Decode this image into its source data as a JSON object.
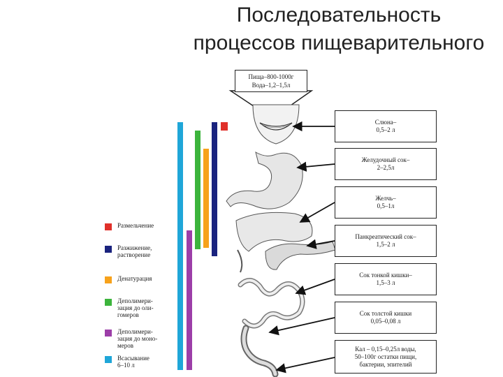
{
  "title": {
    "line1": "Последовательность",
    "line2": "процессов пищеварительного"
  },
  "intake_box": {
    "line1": "Пища–800-1000г",
    "line2": "Вода–1,2–1,5л"
  },
  "secretions": [
    {
      "line1": "Слюна–",
      "line2": "0,5–2 л"
    },
    {
      "line1": "Желудочный сок–",
      "line2": "2–2,5л"
    },
    {
      "line1": "Желчь–",
      "line2": "0,5–1л"
    },
    {
      "line1": "Панкреатический сок–",
      "line2": "1,5–2 л"
    },
    {
      "line1": "Сок тонкой кишки–",
      "line2": "1,5–3 л"
    },
    {
      "line1": "Сок толстой кишки",
      "line2": "0,05–0,08 л"
    },
    {
      "line1": "Кал – 0,15–0,25л воды,",
      "line2": "50–100г остатки пищи,",
      "line3": "бактерии, эпителий"
    }
  ],
  "legend": [
    {
      "color": "#e0302a",
      "lines": [
        "Размельчение"
      ]
    },
    {
      "color": "#1a237e",
      "lines": [
        "Разжижение,",
        "растворение"
      ]
    },
    {
      "color": "#f7a21b",
      "lines": [
        "Денатурация"
      ]
    },
    {
      "color": "#3cb43c",
      "lines": [
        "Деполимери-",
        "зация до оли-",
        "гомеров"
      ]
    },
    {
      "color": "#9c3ea8",
      "lines": [
        "Деполимери-",
        "зация до моно-",
        "меров"
      ]
    },
    {
      "color": "#1fa6d8",
      "lines": [
        "Всасывание",
        "6–10 л"
      ]
    }
  ]
}
